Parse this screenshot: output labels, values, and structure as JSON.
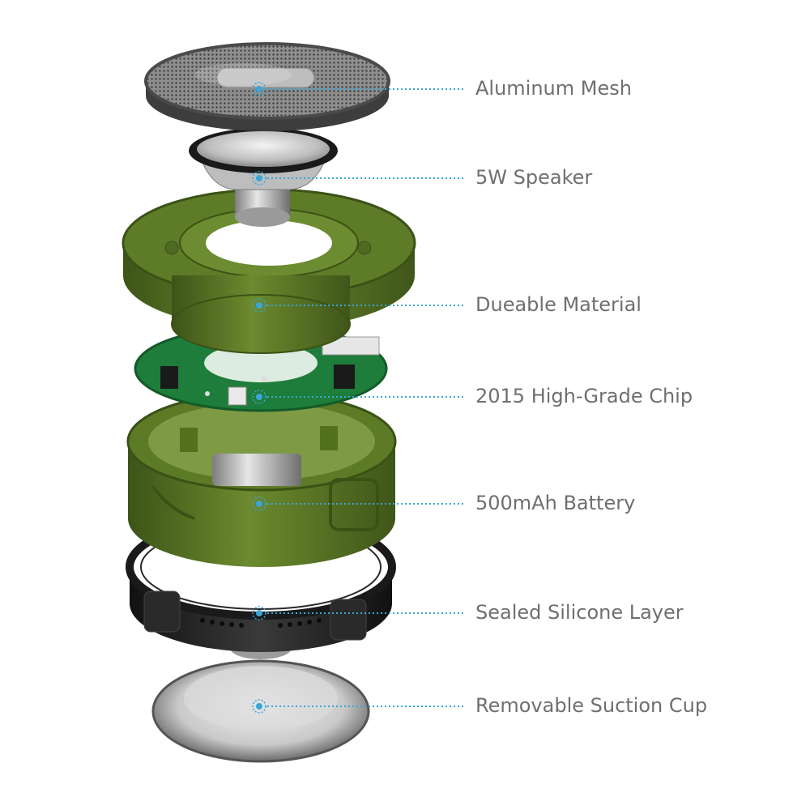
{
  "callouts": [
    {
      "id": "aluminum-mesh",
      "label": "Aluminum Mesh"
    },
    {
      "id": "speaker",
      "label": "5W Speaker"
    },
    {
      "id": "durable-material",
      "label": "Dueable Material"
    },
    {
      "id": "chip",
      "label": "2015 High-Grade Chip"
    },
    {
      "id": "battery",
      "label": "500mAh Battery"
    },
    {
      "id": "silicone-layer",
      "label": "Sealed Silicone Layer"
    },
    {
      "id": "suction-cup",
      "label": "Removable Suction Cup"
    }
  ],
  "colors": {
    "leader": "#3aa6d8",
    "label": "#6f6f6f",
    "housing_green": "#4f6b22",
    "housing_green_light": "#6c8a2e",
    "pcb_green": "#1e7d3a",
    "silicone_black": "#1e1e1e",
    "mesh_gray": "#9a9a9a",
    "metal": "#c8c8c8"
  },
  "icons": {
    "leader_dot": "circle-dot-icon"
  }
}
